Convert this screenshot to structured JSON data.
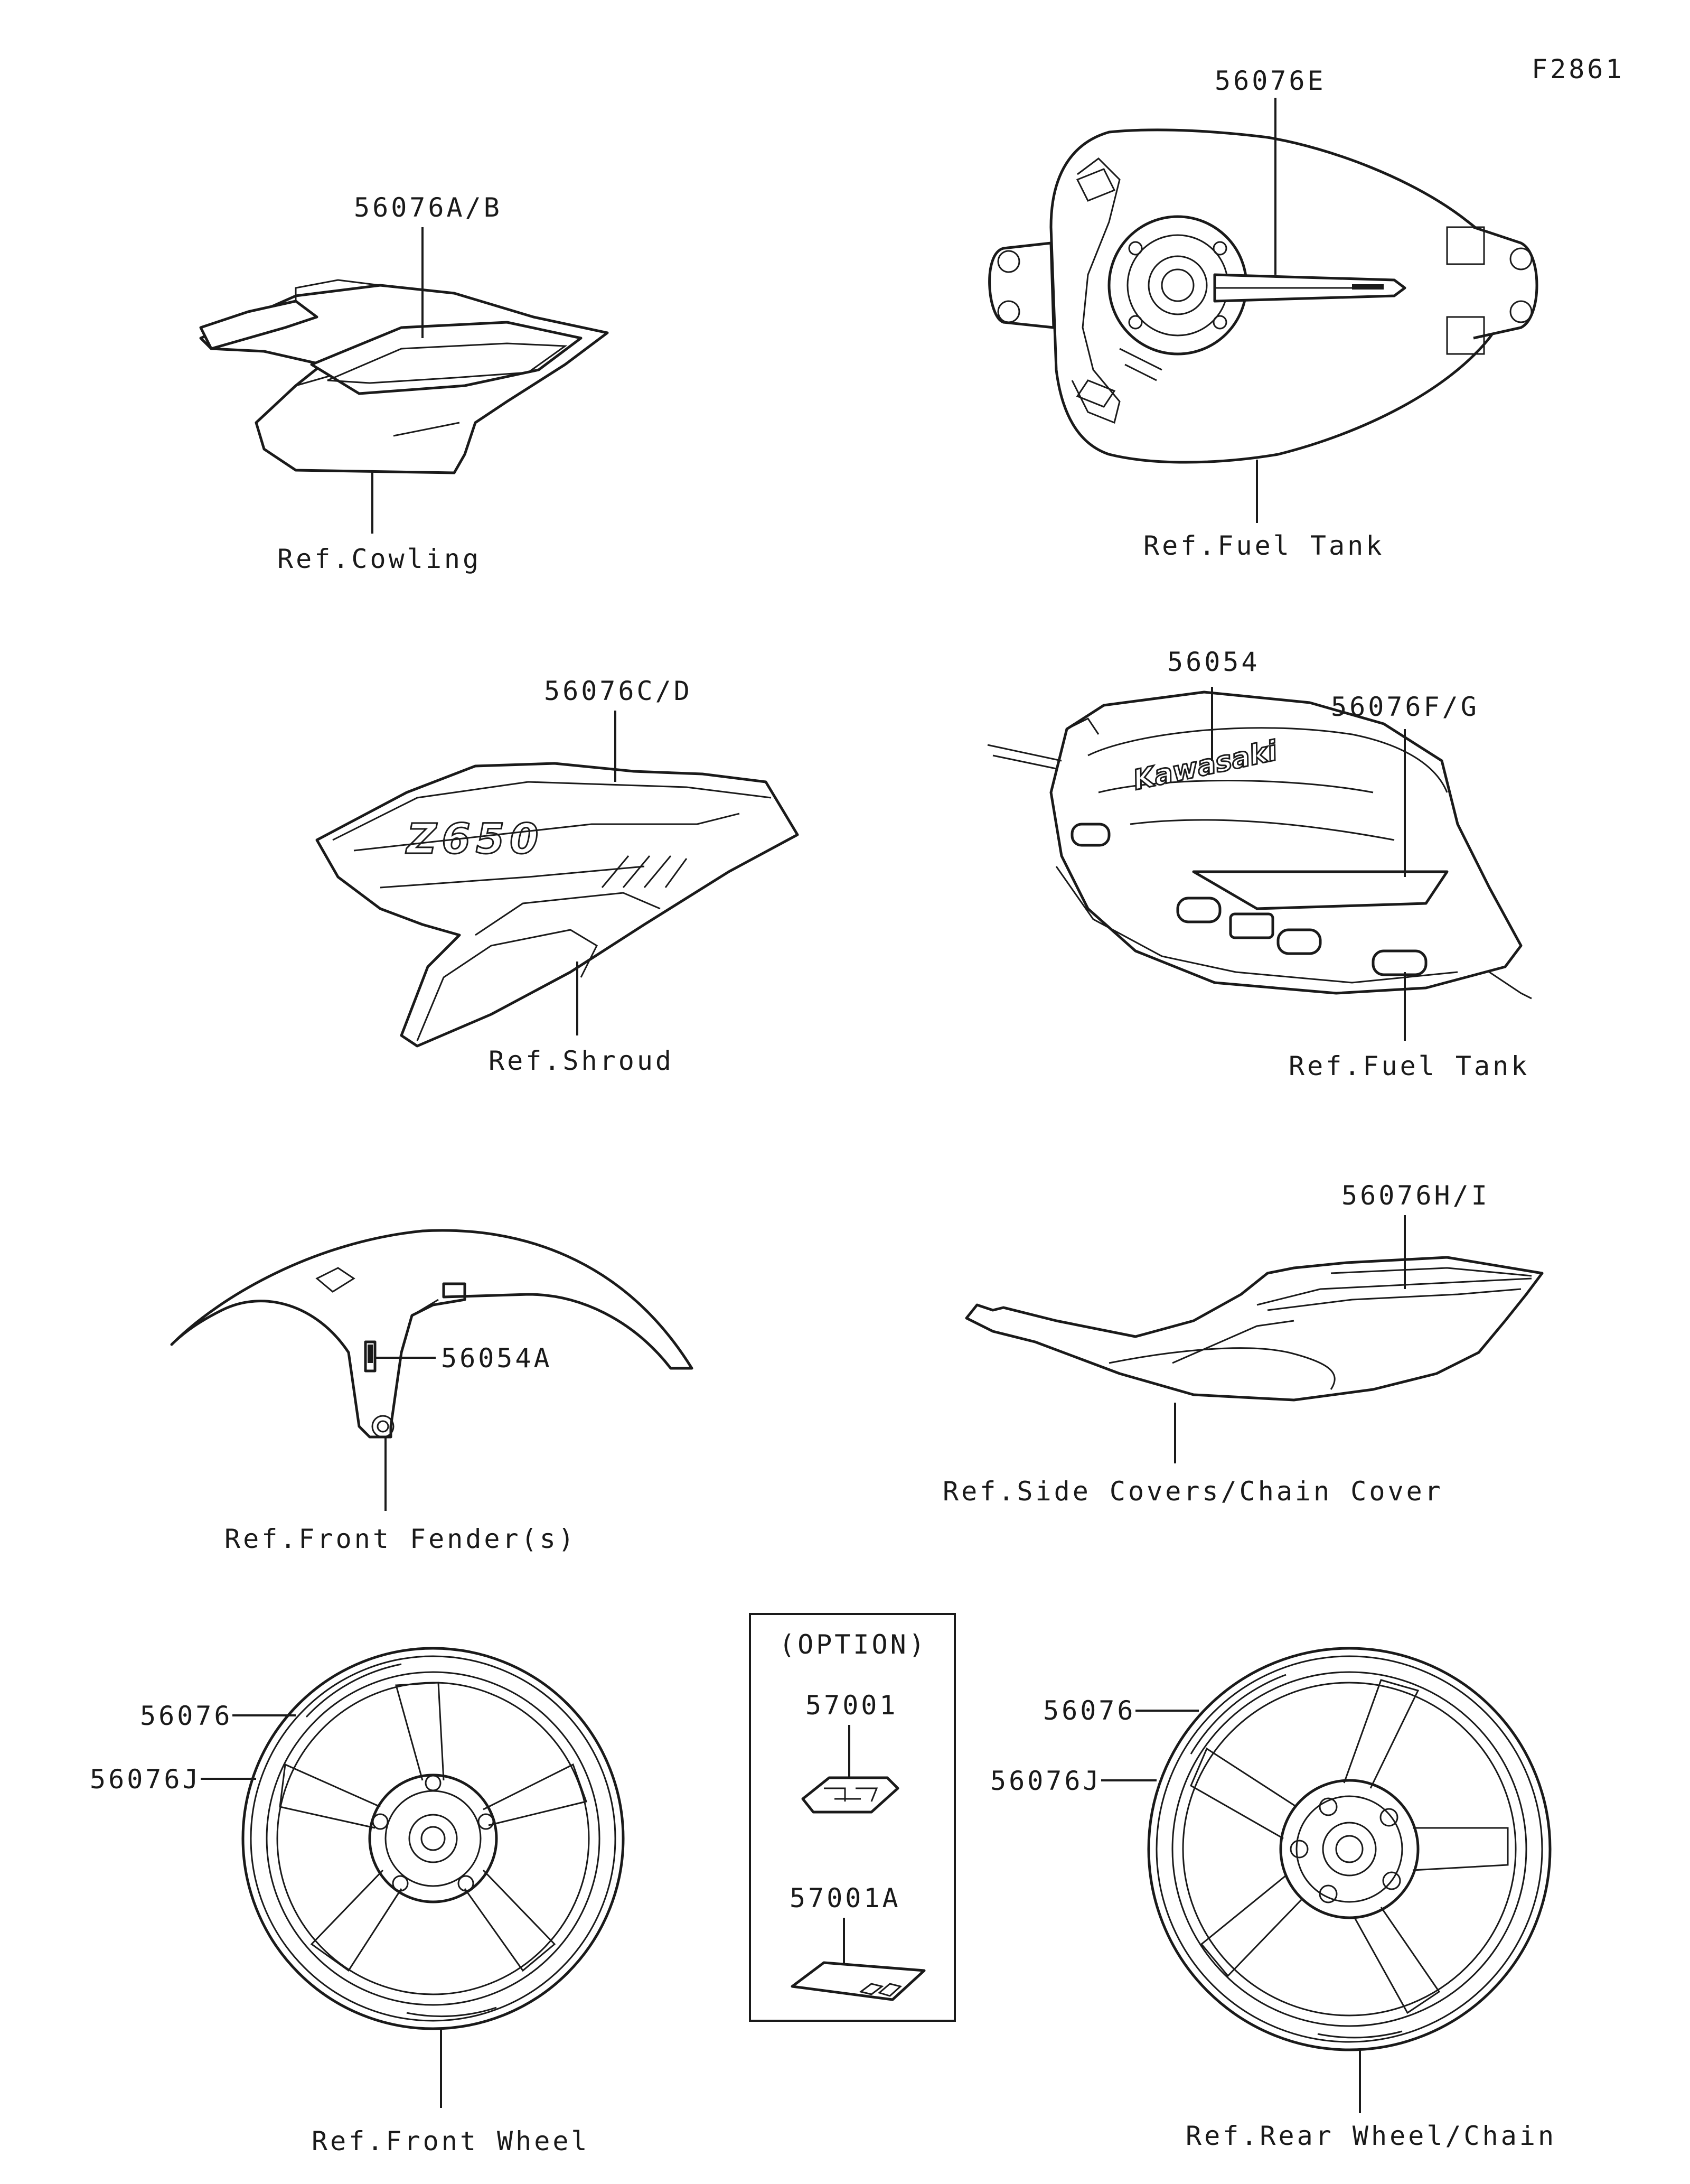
{
  "figure_code": "F2861",
  "callouts": {
    "cowling_part": "56076A/B",
    "cowling_ref": "Ref.Cowling",
    "tank_top_part": "56076E",
    "tank_top_ref": "Ref.Fuel Tank",
    "shroud_part": "56076C/D",
    "shroud_ref": "Ref.Shroud",
    "tank_side_part_1": "56054",
    "tank_side_part_2": "56076F/G",
    "tank_side_ref": "Ref.Fuel Tank",
    "fender_part": "56054A",
    "fender_ref": "Ref.Front Fender(s)",
    "sidecover_part": "56076H/I",
    "sidecover_ref": "Ref.Side Covers/Chain Cover",
    "front_wheel_part_1": "56076",
    "front_wheel_part_2": "56076J",
    "front_wheel_ref": "Ref.Front Wheel",
    "option_title": "(OPTION)",
    "option_part_1": "57001",
    "option_part_2": "57001A",
    "rear_wheel_part_1": "56076",
    "rear_wheel_part_2": "56076J",
    "rear_wheel_ref": "Ref.Rear Wheel/Chain"
  },
  "decals": {
    "shroud_logo": "Z650",
    "tank_logo": "Kawasaki"
  },
  "colors": {
    "line": "#1a1a1a",
    "background": "#ffffff"
  }
}
